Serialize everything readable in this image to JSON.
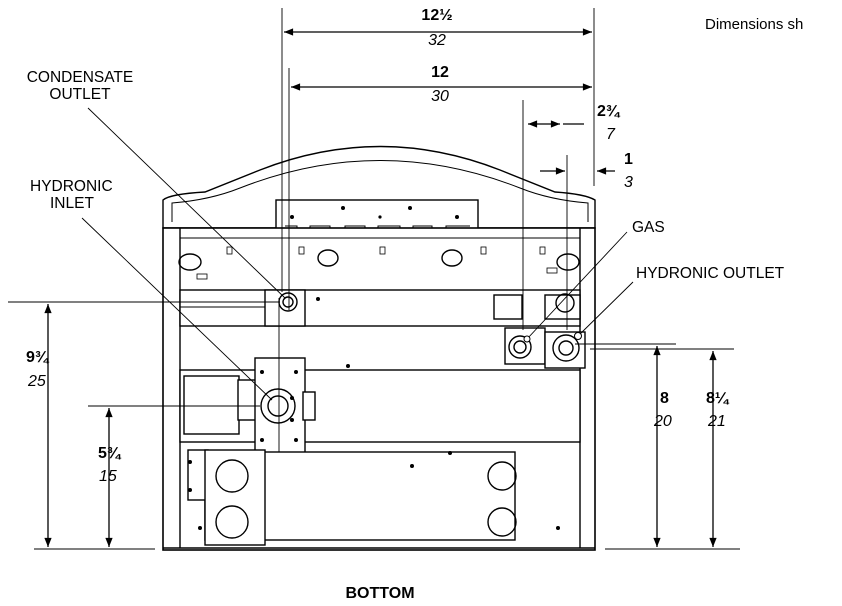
{
  "note": "Dimensions sh",
  "caption": "BOTTOM",
  "labels": {
    "condensate_line1": "CONDENSATE",
    "condensate_line2": "OUTLET",
    "hydronic_inlet_line1": "HYDRONIC",
    "hydronic_inlet_line2": "INLET",
    "gas": "GAS",
    "hydronic_outlet": "HYDRONIC OUTLET"
  },
  "dimensions": {
    "width_overall": {
      "in": "12½",
      "cm": "32"
    },
    "condensate_to_edge": {
      "in": "12",
      "cm": "30"
    },
    "gas_to_edge": {
      "in": "2¾",
      "cm": "7"
    },
    "outlet_to_edge": {
      "in": "1",
      "cm": "3"
    },
    "condensate_height": {
      "in": "9¾",
      "cm": "25"
    },
    "inlet_height": {
      "in": "5¾",
      "cm": "15"
    },
    "gas_height": {
      "in": "8",
      "cm": "20"
    },
    "outlet_height": {
      "in": "8¼",
      "cm": "21"
    }
  },
  "colors": {
    "line": "#000000",
    "background": "#ffffff",
    "panel": "#ffffff"
  }
}
